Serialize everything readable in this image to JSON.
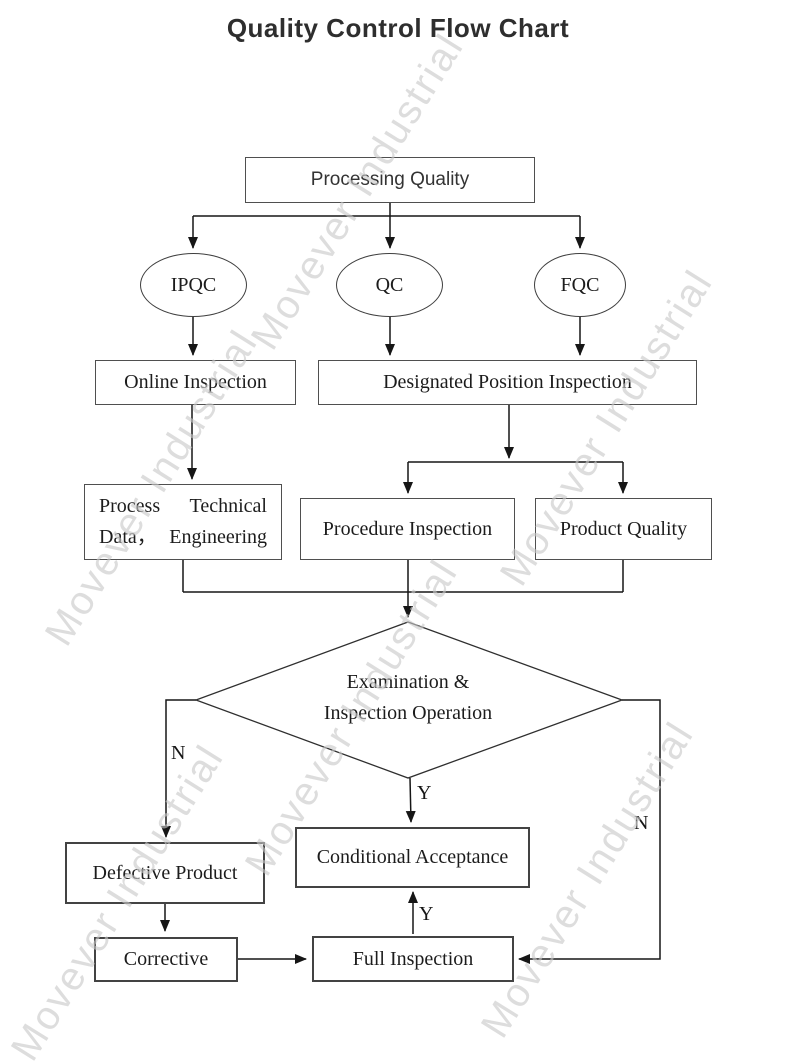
{
  "title": "Quality Control Flow Chart",
  "watermark": {
    "text": "Movever Industrial",
    "color": "#c9c9c9"
  },
  "colors": {
    "line": "#161616",
    "box_border": "#4f4f4f",
    "background": "#ffffff"
  },
  "nodes": {
    "processing_quality": {
      "label": "Processing Quality",
      "shape": "rect"
    },
    "ipqc": {
      "label": "IPQC",
      "shape": "ellipse"
    },
    "qc": {
      "label": "QC",
      "shape": "ellipse"
    },
    "fqc": {
      "label": "FQC",
      "shape": "ellipse"
    },
    "online_inspection": {
      "label": "Online Inspection",
      "shape": "rect"
    },
    "designated_position_inspection": {
      "label": "Designated Position Inspection",
      "shape": "rect"
    },
    "process_technical": {
      "label": "Process Technical Data，Engineering",
      "parts": [
        "Process",
        "Technical",
        "Data，",
        "Engineering"
      ],
      "shape": "rect"
    },
    "procedure_inspection": {
      "label": "Procedure Inspection",
      "shape": "rect"
    },
    "product_quality": {
      "label": "Product Quality",
      "shape": "rect"
    },
    "examination_decision": {
      "label_line1": "Examination &",
      "label_line2": "Inspection Operation",
      "shape": "diamond"
    },
    "defective_product": {
      "label": "Defective Product",
      "shape": "rect"
    },
    "conditional_acceptance": {
      "label": "Conditional Acceptance",
      "shape": "rect"
    },
    "corrective": {
      "label": "Corrective",
      "shape": "rect"
    },
    "full_inspection": {
      "label": "Full Inspection",
      "shape": "rect"
    }
  },
  "edge_labels": {
    "left_no": "N",
    "center_yes": "Y",
    "right_no": "N",
    "full_to_conditional_yes": "Y"
  },
  "edges": [
    {
      "from": "Processing Quality",
      "to": "IPQC"
    },
    {
      "from": "Processing Quality",
      "to": "QC"
    },
    {
      "from": "Processing Quality",
      "to": "FQC"
    },
    {
      "from": "IPQC",
      "to": "Online Inspection"
    },
    {
      "from": "QC",
      "to": "Designated Position Inspection"
    },
    {
      "from": "FQC",
      "to": "Designated Position Inspection"
    },
    {
      "from": "Online Inspection",
      "to": "Process Technical Data，Engineering"
    },
    {
      "from": "Designated Position Inspection",
      "to": "Procedure Inspection"
    },
    {
      "from": "Designated Position Inspection",
      "to": "Product Quality"
    },
    {
      "from": "Process Technical Data，Engineering",
      "to": "Examination & Inspection Operation"
    },
    {
      "from": "Procedure Inspection",
      "to": "Examination & Inspection Operation"
    },
    {
      "from": "Product Quality",
      "to": "Examination & Inspection Operation"
    },
    {
      "from": "Examination & Inspection Operation",
      "to": "Defective Product",
      "label": "N"
    },
    {
      "from": "Examination & Inspection Operation",
      "to": "Conditional Acceptance",
      "label": "Y"
    },
    {
      "from": "Examination & Inspection Operation",
      "to": "Full Inspection",
      "label": "N"
    },
    {
      "from": "Defective Product",
      "to": "Corrective"
    },
    {
      "from": "Corrective",
      "to": "Full Inspection"
    },
    {
      "from": "Full Inspection",
      "to": "Conditional Acceptance",
      "label": "Y"
    }
  ]
}
